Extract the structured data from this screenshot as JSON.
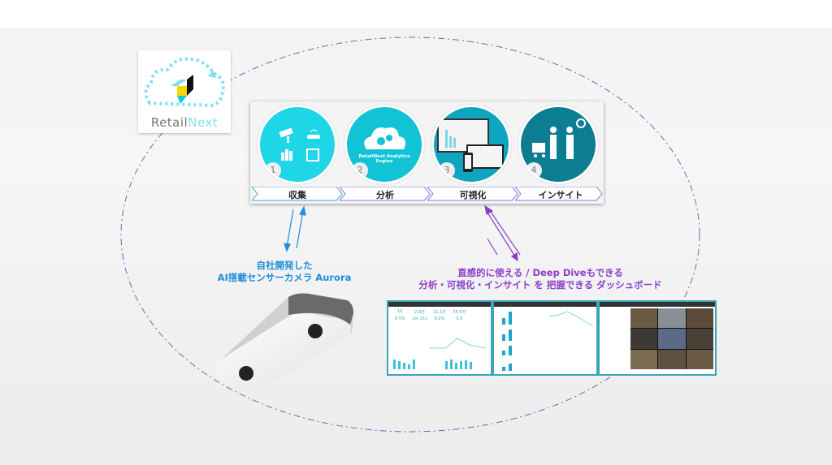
{
  "logo": {
    "brand_part1": "Retail",
    "brand_part2": "Next"
  },
  "process": {
    "steps": [
      {
        "number": "1",
        "label": "収集",
        "color": "#1ed6e6"
      },
      {
        "number": "2",
        "label": "分析",
        "color": "#12c3d6",
        "engine_text": "RetailNext Analytics Engine"
      },
      {
        "number": "3",
        "label": "可視化",
        "color": "#0ea5c0"
      },
      {
        "number": "4",
        "label": "インサイト",
        "color": "#0d7d94"
      }
    ]
  },
  "camera": {
    "caption_line1": "自社開発した",
    "caption_line2": "AI搭載センサーカメラ Aurora"
  },
  "dashboard": {
    "caption_line1": "直感的に使える / Deep Diveもできる",
    "caption_line2": "分析・可視化・インサイト を 把握できる ダッシュボード",
    "kpis": [
      "10",
      "2.8万",
      "11.1万",
      "35.6万",
      "9.5%",
      "2m 21s",
      "0.0%",
      "0.0"
    ]
  },
  "colors": {
    "camera_caption": "#1e8fd8",
    "dashboard_caption": "#8a3fc8",
    "ellipse": "#5a6fb8"
  }
}
